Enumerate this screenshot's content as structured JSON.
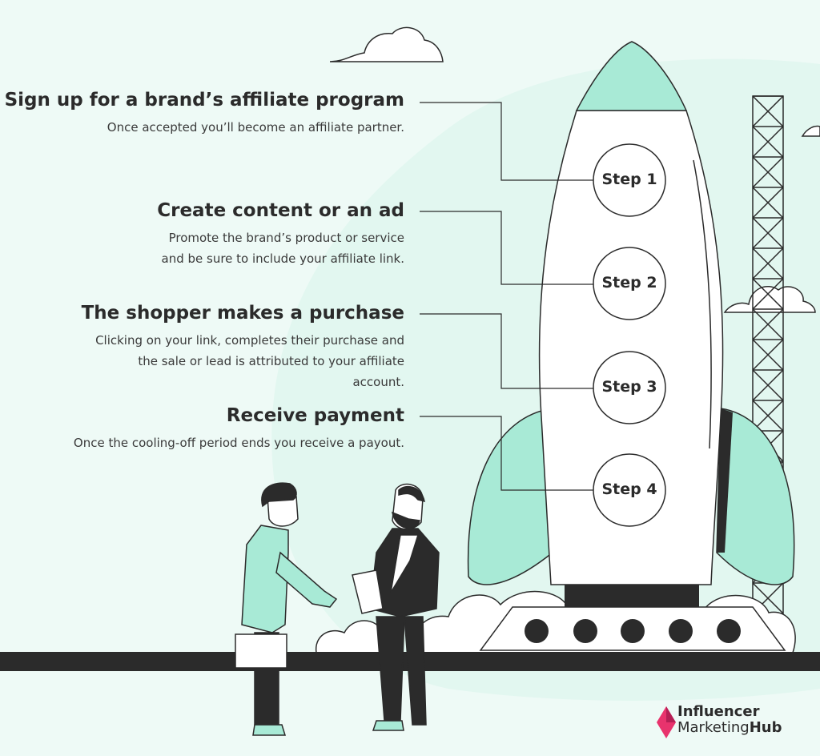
{
  "steps": [
    {
      "circle_label": "Step 1",
      "title": "Sign up for a brand’s affiliate program",
      "description": [
        "Once accepted you’ll become an affiliate partner."
      ]
    },
    {
      "circle_label": "Step 2",
      "title": "Create content or an ad",
      "description": [
        "Promote the brand’s product or service",
        "and be sure to include your affiliate link."
      ]
    },
    {
      "circle_label": "Step 3",
      "title": "The shopper makes a purchase",
      "description": [
        "Clicking on your link, completes their purchase and",
        "the sale or lead is attributed to your affiliate",
        "account."
      ]
    },
    {
      "circle_label": "Step 4",
      "title": "Receive payment",
      "description": [
        "Once the cooling-off period ends you receive a payout."
      ]
    }
  ],
  "logo": {
    "line1": "Influencer",
    "line2_a": "Marketing",
    "line2_b": "Hub",
    "icon": "diamond-logo-icon"
  },
  "colors": {
    "background": "#eefaf6",
    "mint": "#a8ead6",
    "dark": "#2b2b2b",
    "logo_accent": "#e8336d"
  }
}
